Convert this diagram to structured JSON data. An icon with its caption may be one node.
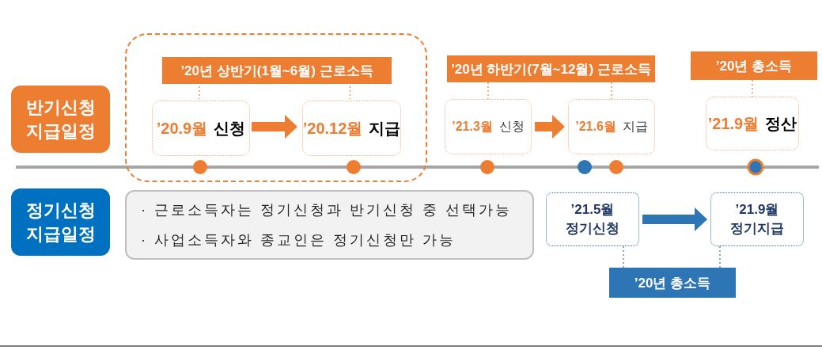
{
  "diagram": {
    "nodes": [
      {
        "text": [
          "반기신청 지급일정"
        ]
      },
      {
        "text": [],
        "shape": "box"
      },
      {
        "text": [
          "’20년 상반기(1월~6월) 근로소득"
        ],
        "in": 1
      },
      {
        "text": [
          "’20.9월",
          "신청"
        ],
        "in": 1
      },
      {
        "text": [
          "’20.12월",
          "지급"
        ],
        "in": 1
      },
      {
        "text": [
          "’20년 하반기(7월~12월) 근로소득"
        ]
      },
      {
        "text": [
          "’21.3월",
          "신청"
        ]
      },
      {
        "text": [
          "’21.6월",
          "지급"
        ]
      },
      {
        "text": [
          "’20년 총소득"
        ]
      },
      {
        "text": [
          "’21.9월",
          "정산"
        ]
      },
      {
        "text": [
          "정기신청 지급일정"
        ]
      },
      {
        "text": [
          "· 근로소득자는 정기신청과 반기신청 중 선택가능",
          "· 사업소득자와 종교인은 정기신청만 가능"
        ]
      },
      {
        "text": [
          "’21.5월",
          "정기신청"
        ]
      },
      {
        "text": [
          "’21.9월",
          "정기지급"
        ]
      },
      {
        "text": [
          "’20년 총소득"
        ]
      }
    ],
    "edges": [
      {
        "from": 2,
        "to": 3,
        "arrow": "none",
        "style": "dashed"
      },
      {
        "from": 2,
        "to": 4,
        "arrow": "none",
        "style": "dashed"
      },
      {
        "from": 3,
        "to": 4,
        "arrow": "to",
        "style": "thick"
      },
      {
        "from": 5,
        "to": 6,
        "arrow": "none",
        "style": "dashed"
      },
      {
        "from": 5,
        "to": 7,
        "arrow": "none",
        "style": "dashed"
      },
      {
        "from": 6,
        "to": 7,
        "arrow": "to",
        "style": "thick"
      },
      {
        "from": 8,
        "to": 9,
        "arrow": "none",
        "style": "dashed"
      },
      {
        "from": 12,
        "to": 13,
        "arrow": "to",
        "style": "thick",
        "color": "#2e75b6"
      },
      {
        "from": 14,
        "to": 12,
        "arrow": "none",
        "style": "dashed",
        "color": "#2e75b6"
      },
      {
        "from": 14,
        "to": 13,
        "arrow": "none",
        "style": "dashed",
        "color": "#2e75b6"
      }
    ]
  }
}
